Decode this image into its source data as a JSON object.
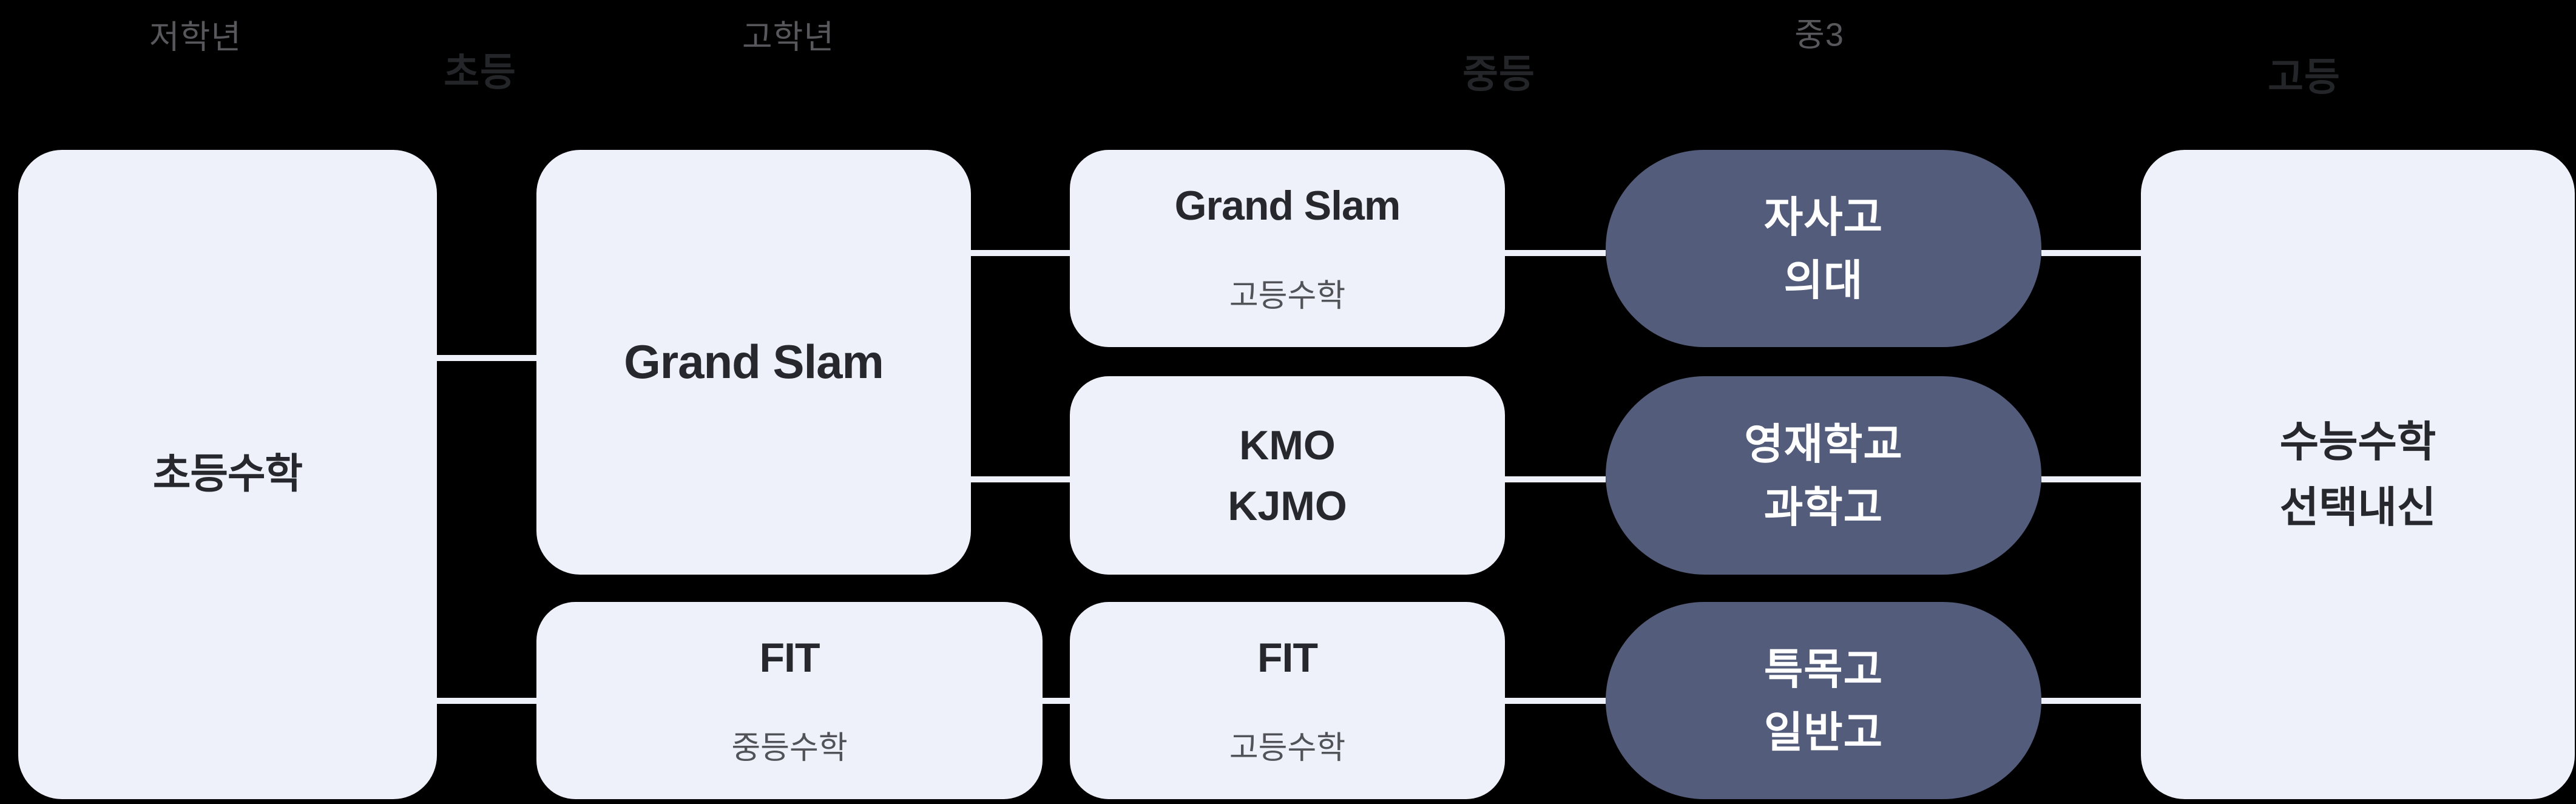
{
  "diagram_title": "math-curriculum-roadmap",
  "stage_labels": {
    "low_grade": "저학년",
    "elementary": "초등",
    "high_grade": "고학년",
    "middle": "중등",
    "middle3": "중3",
    "high": "고등"
  },
  "nodes": {
    "elementary_math": {
      "title": "초등수학"
    },
    "grand_slam": {
      "title": "Grand Slam"
    },
    "fit_middle": {
      "title": "FIT",
      "subtitle": "중등수학"
    },
    "grand_slam_high": {
      "title": "Grand Slam",
      "subtitle": "고등수학"
    },
    "kmo_kjmo": {
      "line1": "KMO",
      "line2": "KJMO"
    },
    "fit_high": {
      "title": "FIT",
      "subtitle": "고등수학"
    },
    "jasago_uidae": {
      "line1": "자사고",
      "line2": "의대"
    },
    "yeongjae_gwahakgo": {
      "line1": "영재학교",
      "line2": "과학고"
    },
    "teukmokgo_ilbango": {
      "line1": "특목고",
      "line2": "일반고"
    },
    "suneung_math": {
      "line1": "수능수학",
      "line2": "선택내신"
    }
  },
  "colors": {
    "background": "#000000",
    "card": "#eef1fa",
    "pill": "#545c7b",
    "card_text": "#26282d",
    "card_subtext": "#515358",
    "pill_text": "#ffffff",
    "stage_label_gray": "#58585c",
    "stage_label_dark": "#242529",
    "connector": "#eef1fa"
  }
}
